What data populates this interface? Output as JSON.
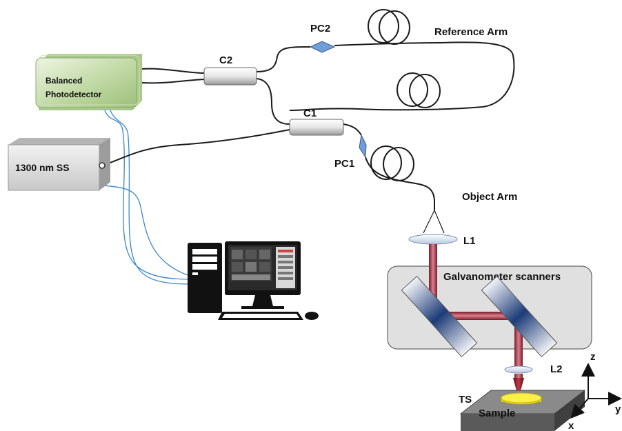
{
  "labels": {
    "balanced_line1": "Balanced",
    "balanced_line2": "Photodetector",
    "c2": "C2",
    "pc2": "PC2",
    "reference_arm": "Reference Arm",
    "c1": "C1",
    "source": "1300 nm SS",
    "pc1": "PC1",
    "object_arm": "Object Arm",
    "l1": "L1",
    "galvanometer": "Galvanometer scanners",
    "l2": "L2",
    "ts": "TS",
    "sample": "Sample",
    "axis_z": "z",
    "axis_x": "x",
    "axis_y": "y"
  },
  "colors": {
    "fiber": "#1a1a1a",
    "signal_cable": "#3a86c8",
    "beam": "#b0283a",
    "polarizer": "#6f9fd6",
    "photodetector": "#b8d39c",
    "galvo_box": "#e0e0e0",
    "sample_spot": "#f4e300"
  },
  "icons": {
    "computer": "desktop-computer-icon"
  }
}
